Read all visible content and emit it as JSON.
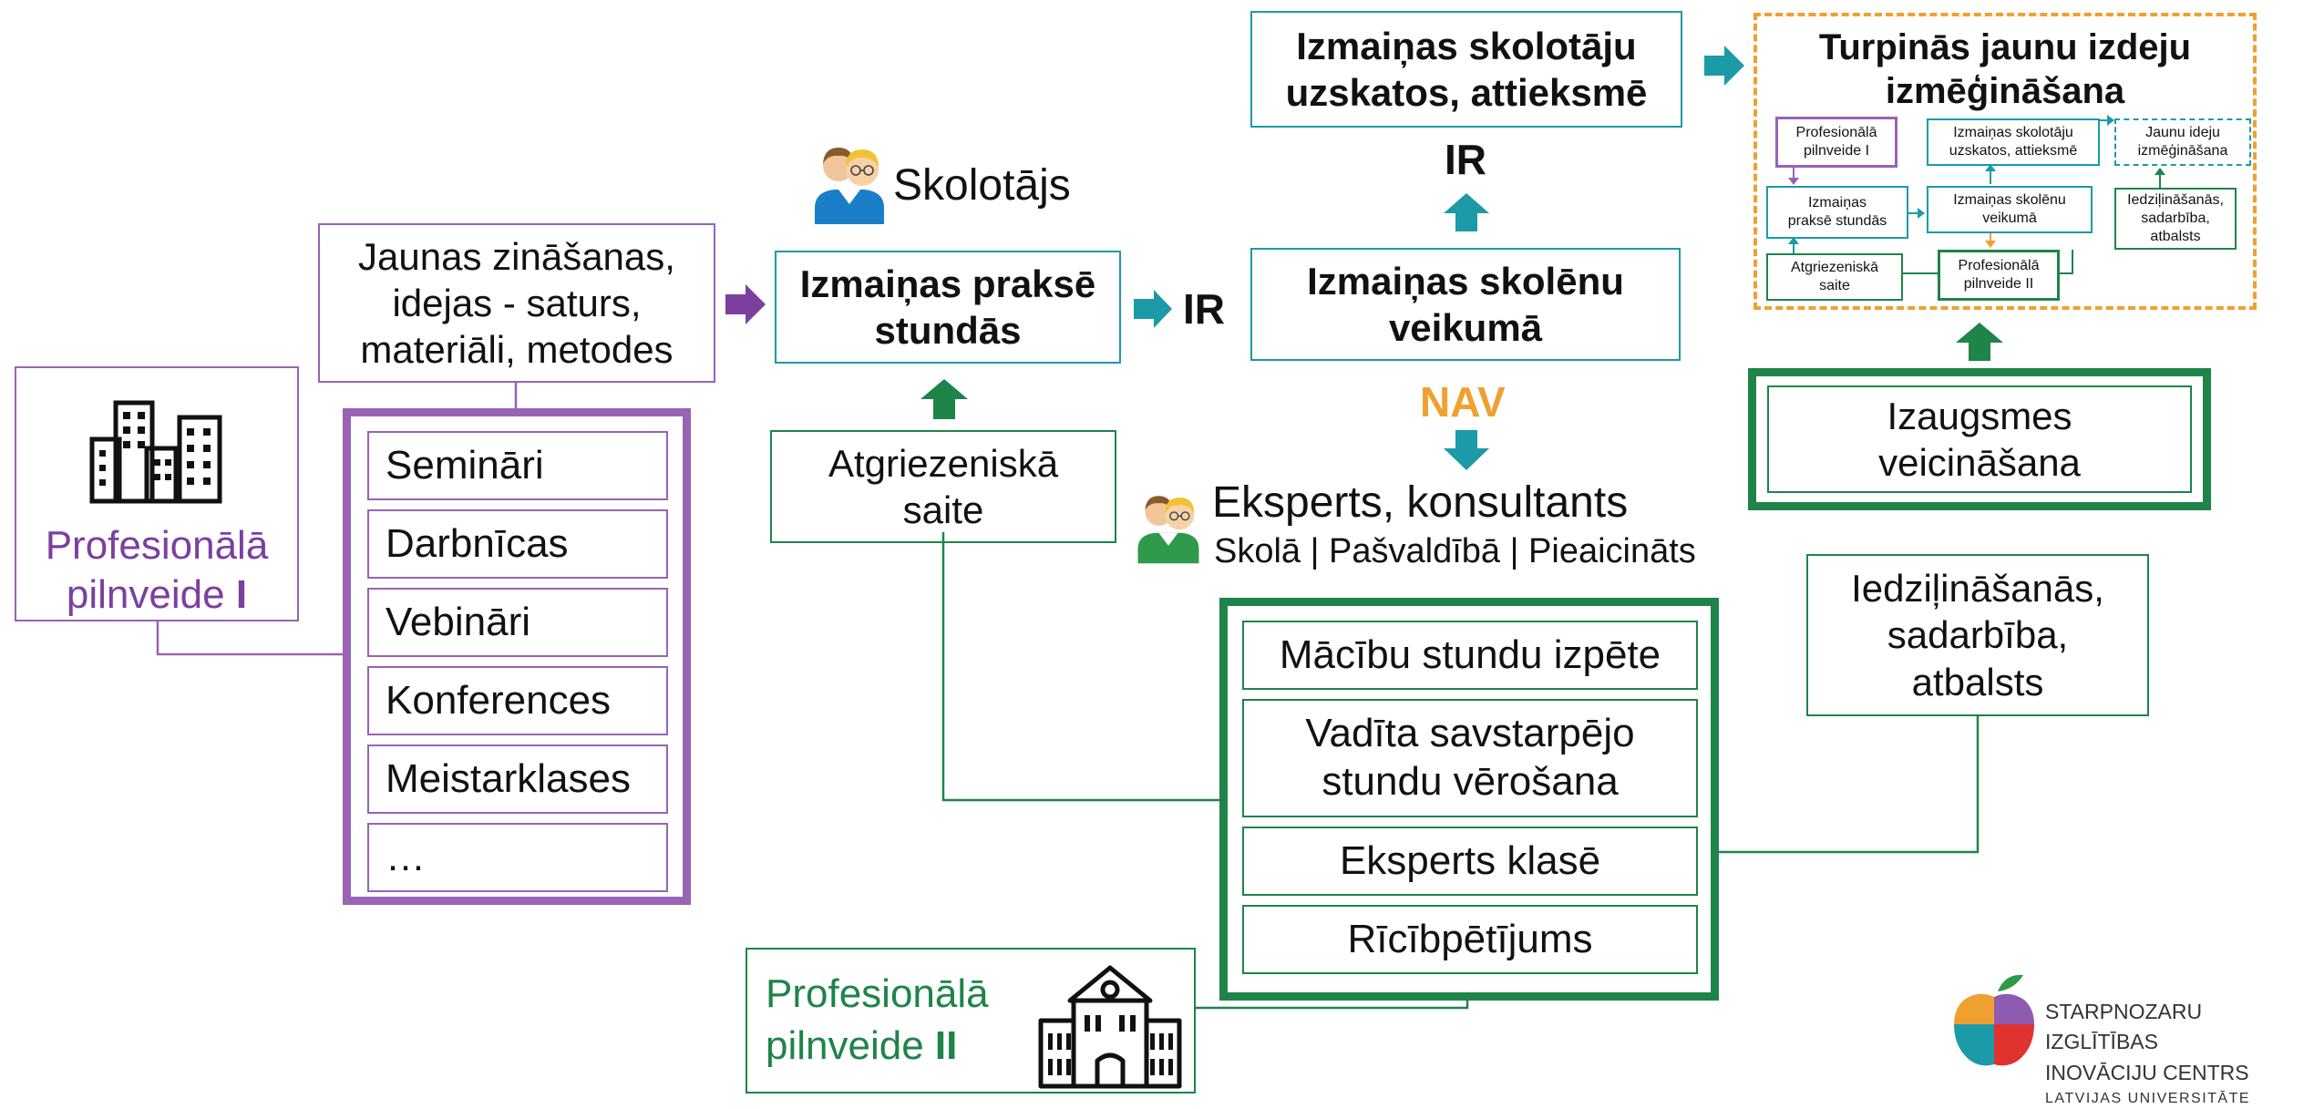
{
  "prof1": {
    "line1": "Profesionālā",
    "line2": "pilnveide",
    "numeral": "I"
  },
  "content_box": {
    "line1": "Jaunas zināšanas,",
    "line2": "idejas - saturs,",
    "line3": "materiāli, metodes"
  },
  "formats": [
    "Semināri",
    "Darbnīcas",
    "Vebināri",
    "Konferences",
    "Meistarklases",
    "…"
  ],
  "teacher_label": "Skolotājs",
  "practice_box": {
    "line1": "Izmaiņas praksē",
    "line2": "stundās"
  },
  "ir1": "IR",
  "results_box": {
    "line1": "Izmaiņas skolēnu",
    "line2": "veikumā"
  },
  "ir2": "IR",
  "nav": "NAV",
  "attitudes_box": {
    "line1": "Izmaiņas skolotāju",
    "line2": "uzskatos, attieksmē"
  },
  "feedback_box": {
    "line1": "Atgriezeniskā",
    "line2": "saite"
  },
  "expert": {
    "title": "Eksperts, konsultants",
    "sub": "Skolā | Pašvaldībā | Pieaicināts"
  },
  "methods": [
    "Mācību stundu izpēte",
    "Vadīta savstarpējo stundu vērošana",
    "Eksperts klasē",
    "Rīcībpētījums"
  ],
  "methods_2lines": {
    "a": "Vadīta savstarpējo",
    "b": "stundu vērošana"
  },
  "prof2": {
    "line1": "Profesionālā",
    "line2": "pilnveide",
    "numeral": "II"
  },
  "continue_box": {
    "line1": "Turpinās jaunu izdeju",
    "line2": "izmēģināšana"
  },
  "mini": {
    "prof1": {
      "a": "Profesionālā",
      "b": "pilnveide I"
    },
    "attitudes": {
      "a": "Izmaiņas skolotāju",
      "b": "uzskatos, attieksmē"
    },
    "new_ideas": {
      "a": "Jaunu ideju",
      "b": "izmēģināšana"
    },
    "practice": {
      "a": "Izmaiņas",
      "b": "praksē stundās"
    },
    "results": {
      "a": "Izmaiņas skolēnu",
      "b": "veikumā"
    },
    "deepening": {
      "a": "Iedziļināšanās,",
      "b": "sadarbība,",
      "c": "atbalsts"
    },
    "feedback": {
      "a": "Atgriezeniskā",
      "b": "saite"
    },
    "prof2": {
      "a": "Profesionālā",
      "b": "pilnveide II"
    }
  },
  "growth_box": {
    "line1": "Izaugsmes",
    "line2": "veicināšana"
  },
  "deepening_box": {
    "line1": "Iedziļināšanās,",
    "line2": "sadarbība,",
    "line3": "atbalsts"
  },
  "logo": {
    "line1": "STARPNOZARU IZGLĪTĪBAS",
    "line2": "INOVĀCIJU CENTRS",
    "line3": "LATVIJAS UNIVERSITĀTE"
  },
  "colors": {
    "teal": "#1d9aa8",
    "purple": "#7b3fa0",
    "green": "#1e8449",
    "orange": "#f0a030",
    "text": "#111111"
  }
}
